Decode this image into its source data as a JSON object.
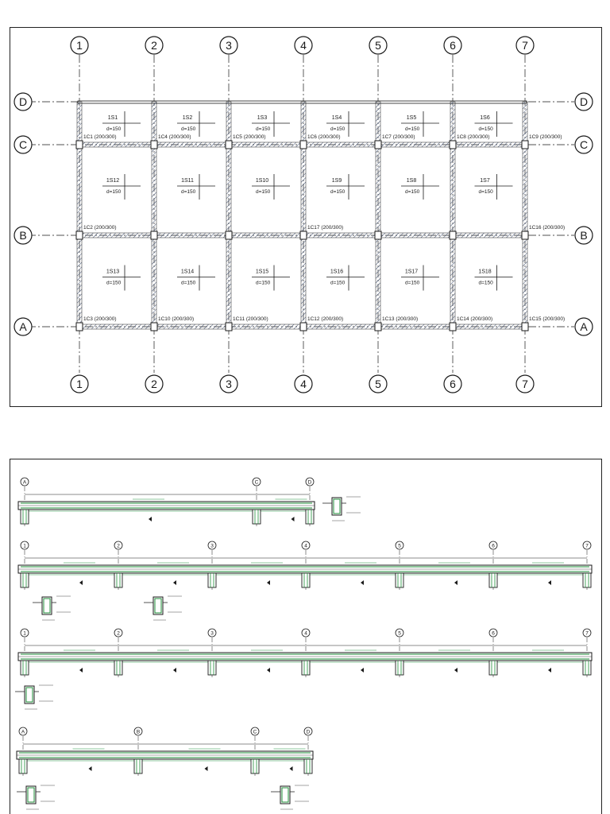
{
  "plan": {
    "columns": [
      "1",
      "2",
      "3",
      "4",
      "5",
      "6",
      "7"
    ],
    "rows": [
      "D",
      "C",
      "B",
      "A"
    ],
    "slab_thickness_label": "d=150",
    "slabs": [
      [
        "1S1",
        "1S2",
        "1S3",
        "1S4",
        "1S5",
        "1S6"
      ],
      [
        "1S12",
        "1S11",
        "1S10",
        "1S9",
        "1S8",
        "1S7"
      ],
      [
        "1S13",
        "1S14",
        "1S15",
        "1S16",
        "1S17",
        "1S18"
      ]
    ],
    "pillars": {
      "C": [
        "1C1 (200/300)",
        "1C4 (200/300)",
        "1C5 (200/300)",
        "1C6 (200/300)",
        "1C7 (200/300)",
        "1C8 (200/300)",
        "1C9 (200/300)"
      ],
      "B": [
        "1C2 (200/300)",
        "",
        "",
        "1C17 (200/300)",
        "",
        "",
        "1C16 (200/300)"
      ],
      "A": [
        "1C3 (200/300)",
        "1C10 (200/300)",
        "1C11 (200/300)",
        "1C12 (200/300)",
        "1C13 (200/300)",
        "1C14 (200/300)",
        "1C15 (200/300)"
      ]
    }
  },
  "beams": {
    "strip1_axes": [
      "A",
      "C",
      "D"
    ],
    "strip_axes": [
      "1",
      "2",
      "3",
      "4",
      "5",
      "6",
      "7"
    ],
    "strip4_axes": [
      "A",
      "B",
      "C",
      "D"
    ]
  },
  "colors": {
    "line": "#1a1a1a",
    "rebar": "#1f8f3a",
    "hatch": "#3f4f6f"
  }
}
